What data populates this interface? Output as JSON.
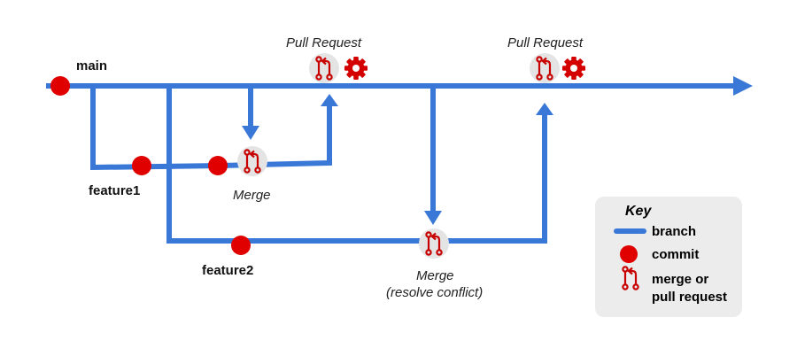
{
  "colors": {
    "branch": "#3a78d8",
    "commit": "#e00000",
    "merge_icon": "#c80000",
    "node_bg": "#e4e4e4",
    "legend_bg": "#ececec"
  },
  "branches": {
    "main": "main",
    "feature1": "feature1",
    "feature2": "feature2"
  },
  "labels": {
    "pull_request_1": "Pull Request",
    "pull_request_2": "Pull Request",
    "merge_1": "Merge",
    "merge_2_line1": "Merge",
    "merge_2_line2": "(resolve conflict)"
  },
  "legend": {
    "title": "Key",
    "branch": "branch",
    "commit": "commit",
    "merge_line1": "merge or",
    "merge_line2": "pull request"
  },
  "icons": {
    "merge": "merge-icon",
    "gear": "gear-icon",
    "commit": "commit-dot"
  }
}
